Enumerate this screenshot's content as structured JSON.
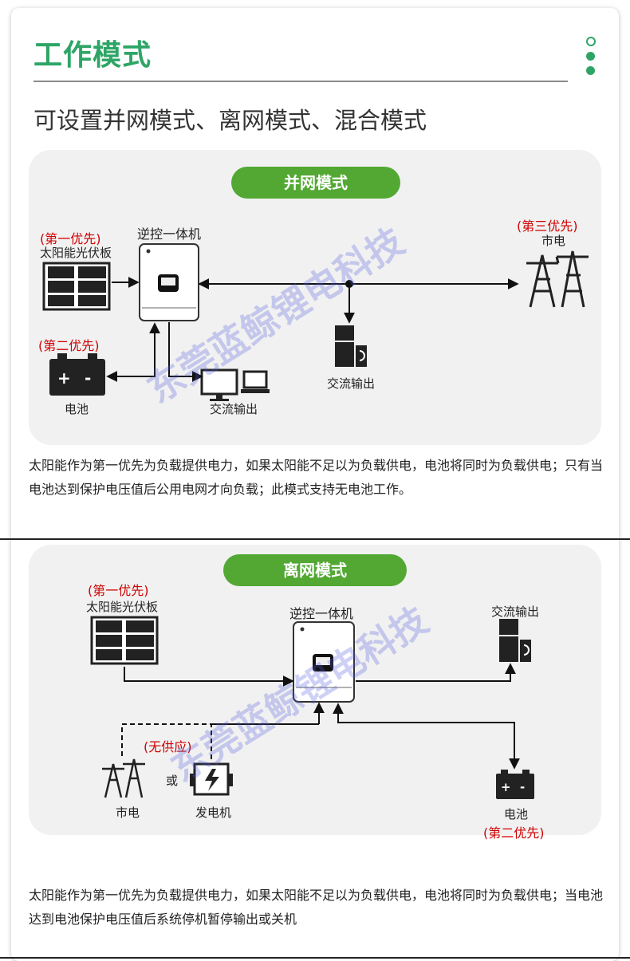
{
  "header": {
    "title": "工作模式",
    "subtitle": "可设置并网模式、离网模式、混合模式"
  },
  "grid_mode": {
    "pill": "并网模式",
    "inverter_label": "逆控一体机",
    "solar_priority": "(第一优先)",
    "solar_label": "太阳能光伏板",
    "battery_priority": "(第二优先)",
    "battery_label": "电池",
    "grid_priority": "(第三优先)",
    "grid_label": "市电",
    "ac_out_label_1": "交流输出",
    "ac_out_label_2": "交流输出",
    "description": "太阳能作为第一优先为负载提供电力，如果太阳能不足以为负载供电，电池将同时为负载供电；只有当电池达到保护电压值后公用电网才向负载；此模式支持无电池工作。"
  },
  "off_grid_mode": {
    "pill": "离网模式",
    "solar_priority": "(第一优先)",
    "solar_label": "太阳能光伏板",
    "inverter_label": "逆控一体机",
    "ac_out_label": "交流输出",
    "no_supply": "(无供应)",
    "or": "或",
    "grid_label": "市电",
    "generator_label": "发电机",
    "battery_label": "电池",
    "battery_priority": "(第二优先)",
    "description": "太阳能作为第一优先为负载提供电力，如果太阳能不足以为负载供电，电池将同时为负载供电；当电池达到电池保护电压值后系统停机暂停输出或关机"
  },
  "watermark": "东莞蓝鲸锂电科技",
  "colors": {
    "title_green": "#2ea566",
    "pill_green": "#52a833",
    "priority_red": "#d00000",
    "panel_bg": "#f1f1f1",
    "icon_dark": "#222222"
  }
}
